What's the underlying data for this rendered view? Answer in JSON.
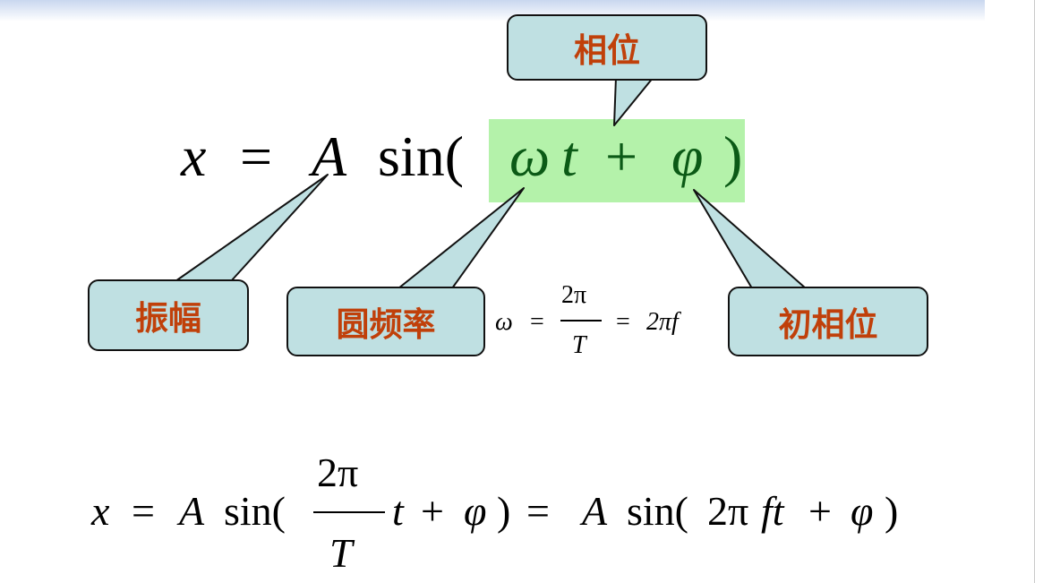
{
  "labels": {
    "phase": "相位",
    "amplitude": "振幅",
    "angular_frequency": "圆频率",
    "initial_phase": "初相位"
  },
  "main_formula": {
    "x": "x",
    "eq": "=",
    "A": "A",
    "sin": "sin(",
    "omega": "ω",
    "t": "t",
    "plus": "+",
    "phi": "φ",
    "close": ")"
  },
  "omega_formula": {
    "omega": "ω",
    "eq1": "=",
    "num": "2π",
    "den": "T",
    "eq2": "=",
    "rhs": "2πf"
  },
  "bottom_formula": {
    "x": "x",
    "eq1": "=",
    "A1": "A",
    "sin1": "sin(",
    "num": "2π",
    "den": "T",
    "t": "t",
    "plus1": "+",
    "phi1": "φ",
    "close1": ")",
    "eq2": "=",
    "A2": "A",
    "sin2": "sin(",
    "two_pi": "2π",
    "ft": "ft",
    "plus2": "+",
    "phi2": "φ",
    "close2": ")"
  },
  "colors": {
    "callout_fill": "#bfe0e2",
    "callout_text": "#c0400a",
    "highlight": "#b4f2aa",
    "phase_text": "#0b5a16"
  }
}
